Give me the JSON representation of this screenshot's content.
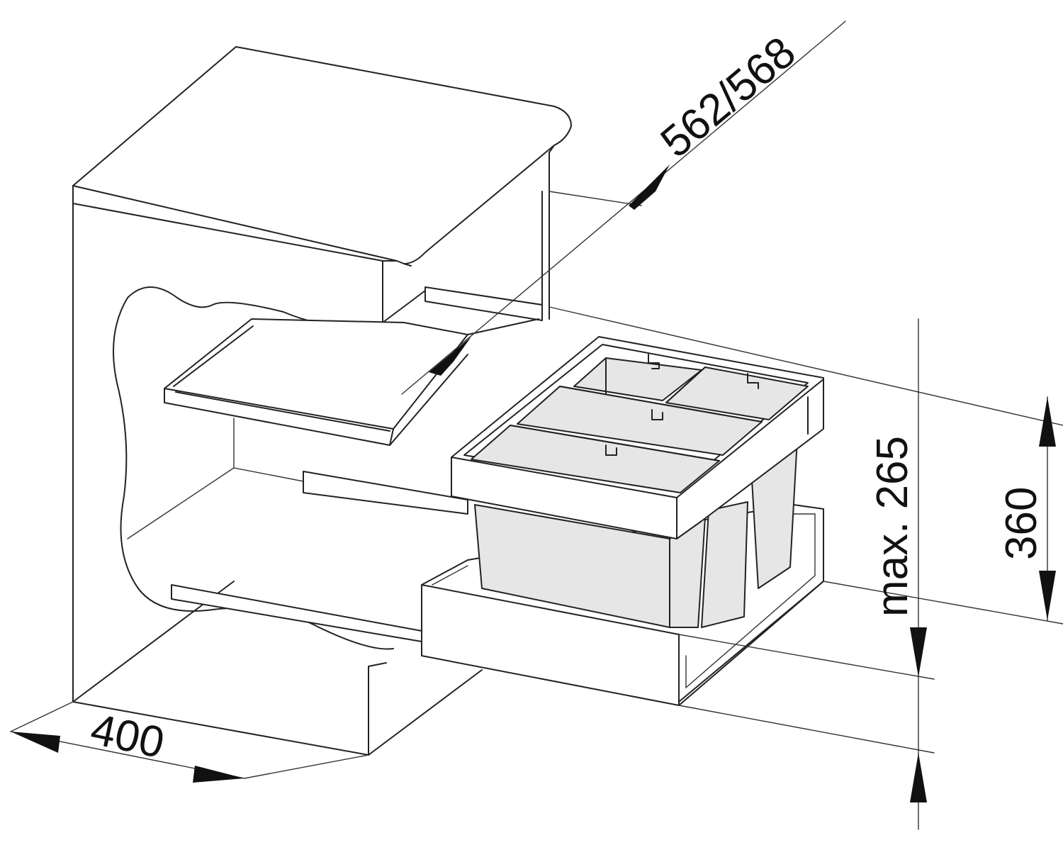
{
  "dimensions": {
    "depth_label": "562/568",
    "width_label": "400",
    "max_height_label": "max. 265",
    "height_label": "360"
  },
  "colors": {
    "line": "#222222",
    "background": "#ffffff",
    "bin_fill": "#e6e6e6"
  }
}
